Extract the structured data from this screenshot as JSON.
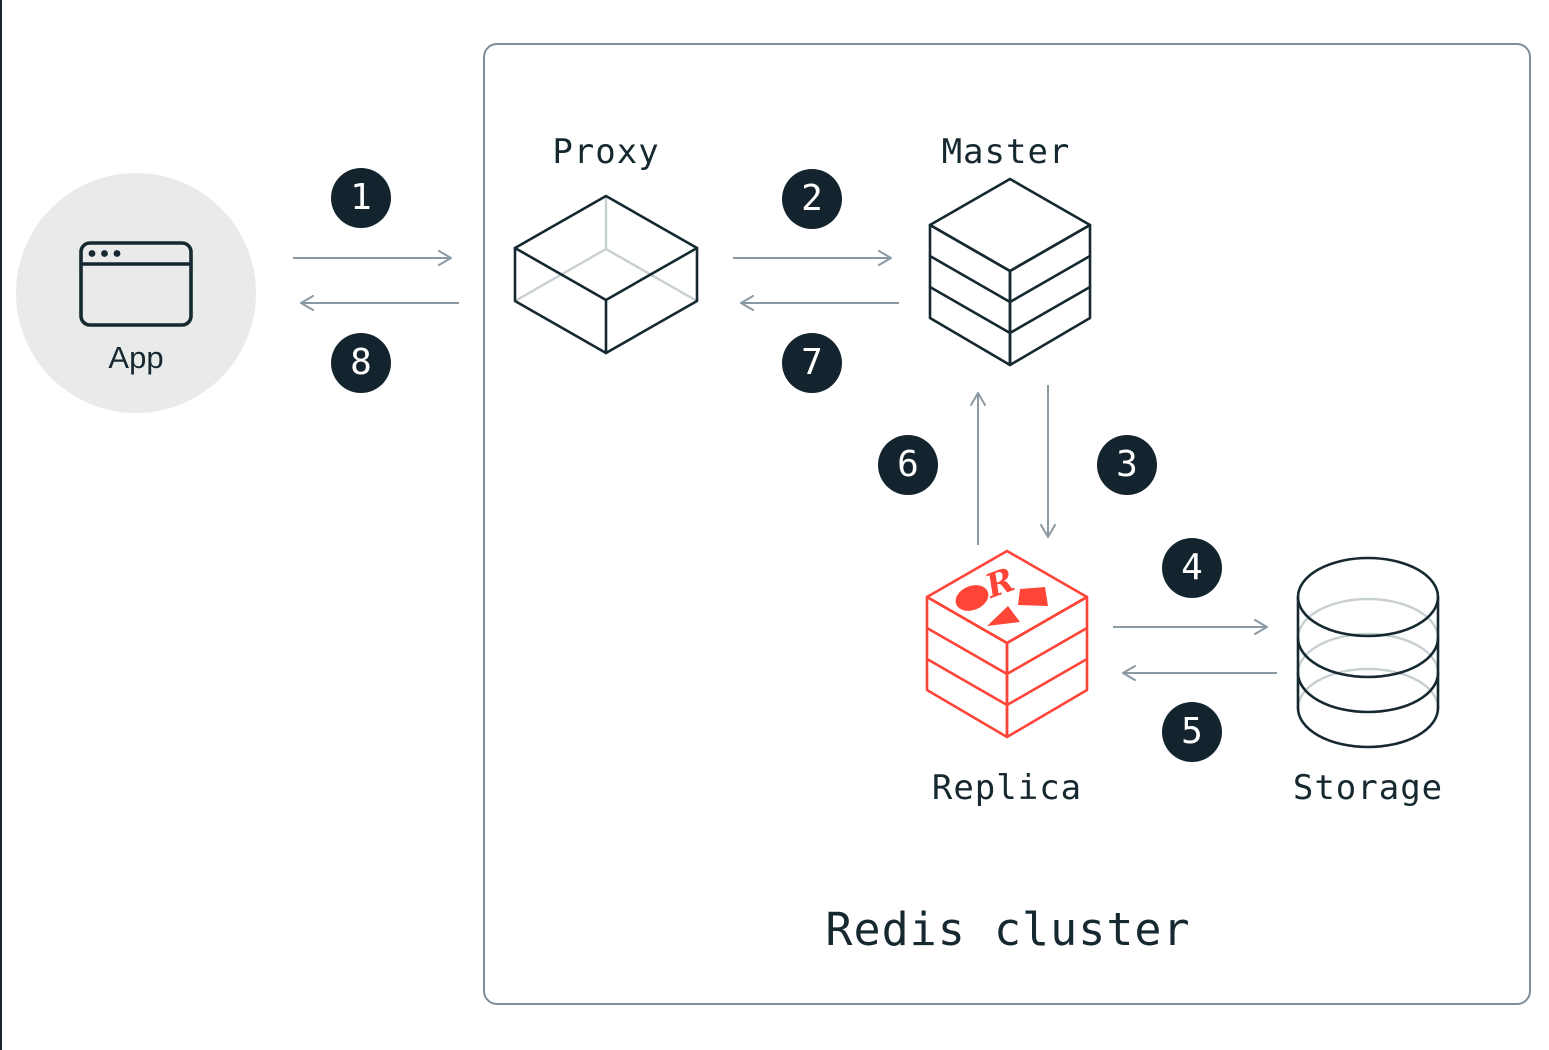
{
  "cluster": {
    "title": "Redis cluster"
  },
  "nodes": {
    "app": {
      "label": "App"
    },
    "proxy": {
      "label": "Proxy"
    },
    "master": {
      "label": "Master"
    },
    "replica": {
      "label": "Replica"
    },
    "storage": {
      "label": "Storage"
    }
  },
  "badges": [
    "1",
    "2",
    "3",
    "4",
    "5",
    "6",
    "7",
    "8"
  ],
  "logo": {
    "r_glyph": "R"
  },
  "colors": {
    "redis_red": "#ff4438",
    "redis_dark_red": "#802e28",
    "ink_navy": "#162830",
    "badge_bg": "#13242e",
    "arrow_gray": "#8b99a3",
    "box_border_gray": "#7e8e98",
    "app_circle_bg": "#e9ebea",
    "hidden_line_gray": "#c8cfd3"
  }
}
